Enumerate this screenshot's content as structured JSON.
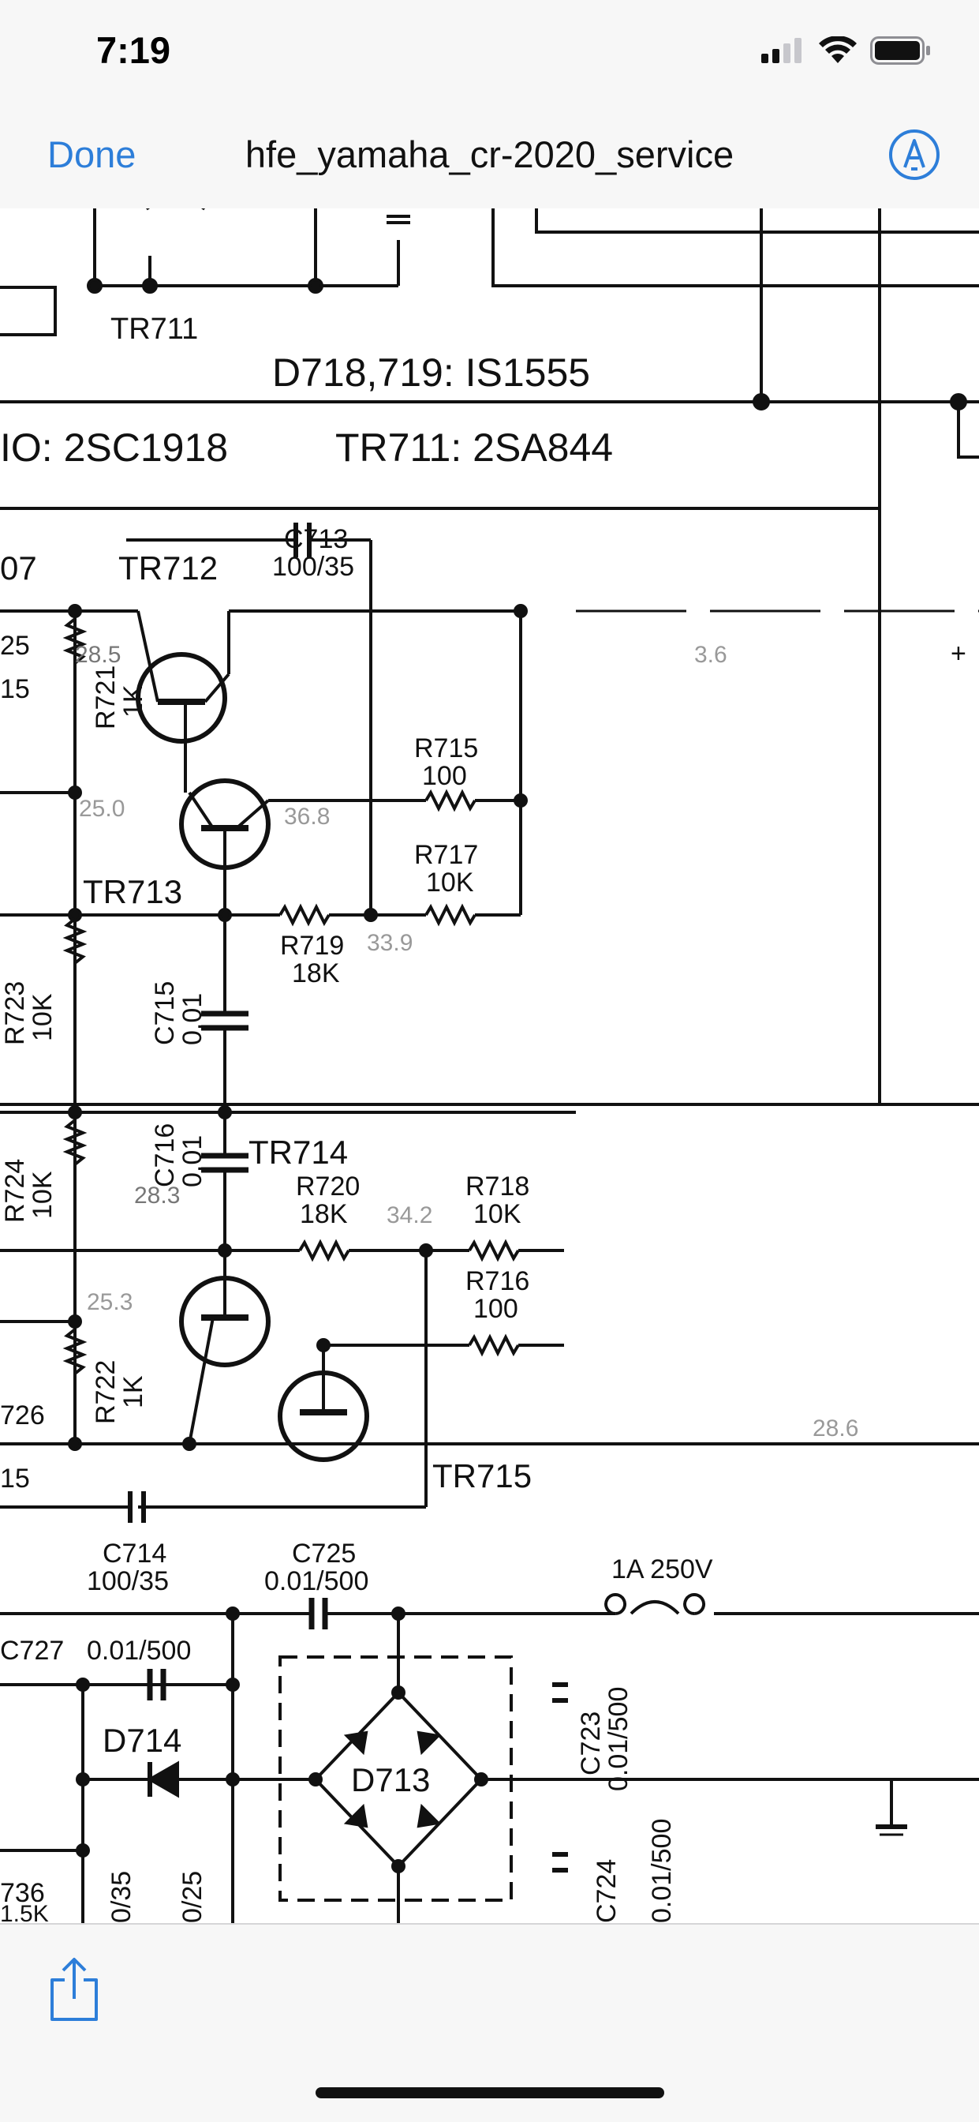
{
  "status_bar": {
    "time": "7:19",
    "icons": [
      "signal-icon",
      "wifi-icon",
      "battery-icon"
    ]
  },
  "nav": {
    "done_label": "Done",
    "title": "hfe_yamaha_cr-2020_service",
    "markup_icon": "markup-pen-icon"
  },
  "colors": {
    "accent": "#2d7ed9",
    "bars": "#f7f7f7",
    "ink": "#111111"
  },
  "schematic": {
    "top_label_1": "TR711",
    "diodes_label": "D718,719: IS1555",
    "transistors_label_1": "IO: 2SC1918",
    "transistors_label_2": "TR711: 2SA844",
    "tr707": "07",
    "tr712": "TR712",
    "c713": "C713",
    "c713_val": "100/35",
    "r725": "25",
    "r715_top": "15",
    "v285": "28.5",
    "r721": "R721",
    "r721_val": "1K",
    "v34": "3.6",
    "plus": "+",
    "v_faint1": "25.0",
    "r715": "R715",
    "r715_val": "100",
    "v368": "36.8",
    "r717": "R717",
    "r717_val": "10K",
    "tr713": "TR713",
    "r719": "R719",
    "r719_val": "18K",
    "v339": "33.9",
    "r723": "R723",
    "r723_val": "10K",
    "c715": "C715",
    "c715_val": "0.01",
    "r724": "R724",
    "r724_val": "10K",
    "c716": "C716",
    "c716_val": "0.01",
    "tr714": "TR714",
    "v283": "28.3",
    "r720": "R720",
    "r720_val": "18K",
    "v342": "34.2",
    "r718": "R718",
    "r718_val": "10K",
    "v253": "25.3",
    "r716": "R716",
    "r716_val": "100",
    "r722": "R722",
    "r722_val": "1K",
    "r726": "726",
    "r726_b": "15",
    "v286": "28.6",
    "tr715": "TR715",
    "c714": "C714",
    "c714_val": "100/35",
    "c725": "C725",
    "c725_val": "0.01/500",
    "fuse": "1A 250V",
    "c727": "C727",
    "c727_val": "0.01/500",
    "d714": "D714",
    "d713": "D713",
    "c723": "C723",
    "c723_val": "0.01/500",
    "c724": "C724",
    "c724_val": "0.01/500",
    "r736": "736",
    "r736_b": "1.5K",
    "c_a": "0/35",
    "c_b": "0/25"
  },
  "toolbar": {
    "share_icon": "share-icon"
  }
}
